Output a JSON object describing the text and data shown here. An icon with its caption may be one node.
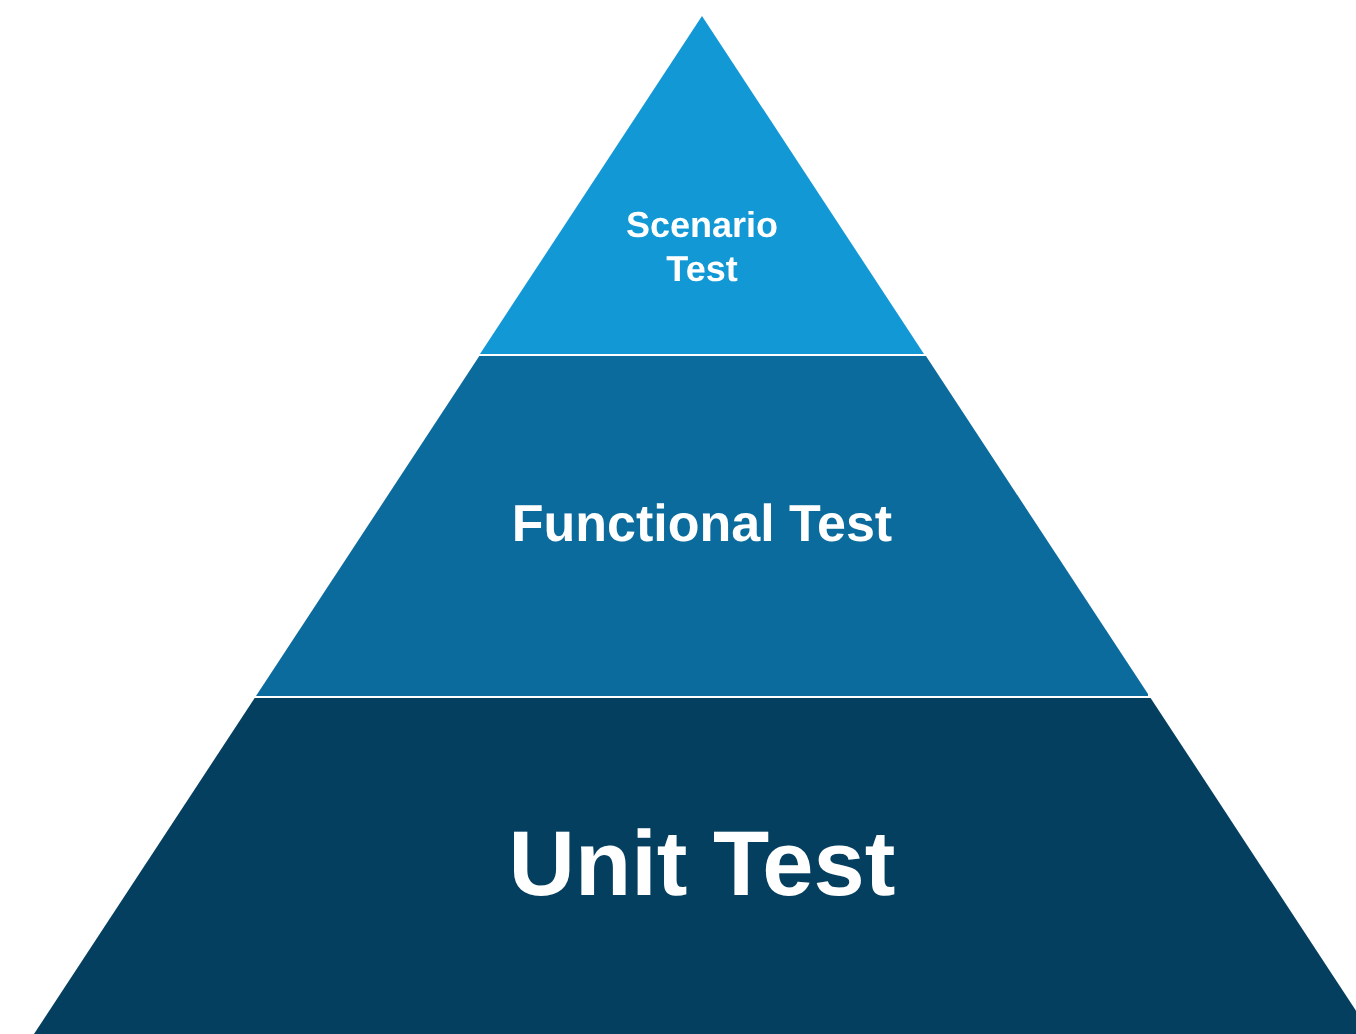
{
  "diagram": {
    "nodes": [
      {
        "text": [
          "Scenario Test"
        ]
      },
      {
        "text": [
          "Functional Test"
        ]
      },
      {
        "text": [
          "Unit Test"
        ]
      }
    ]
  }
}
